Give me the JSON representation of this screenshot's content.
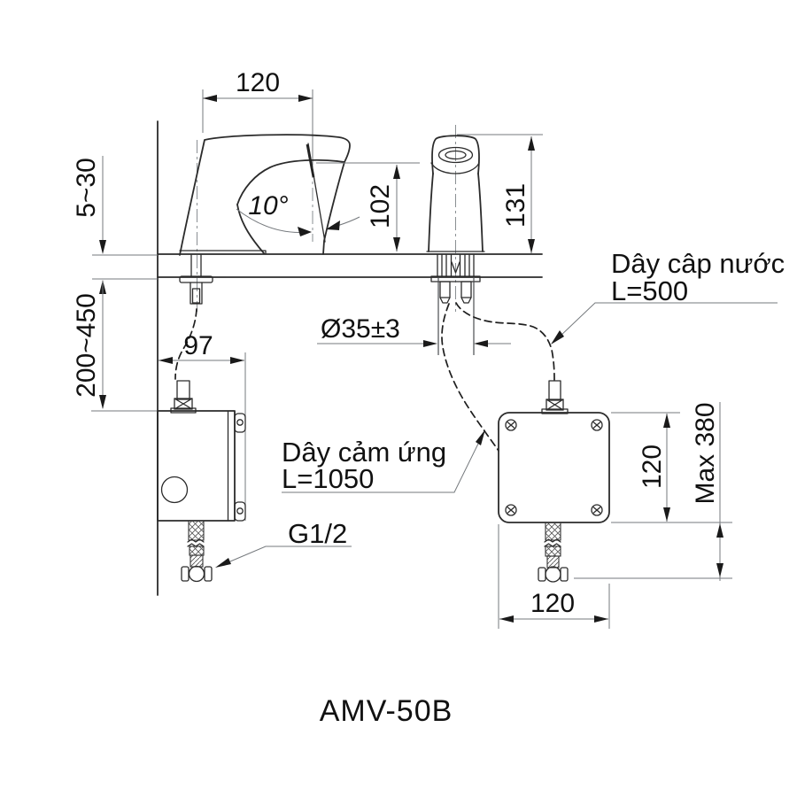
{
  "model": "AMV-50B",
  "dims": {
    "spout_reach": "120",
    "counter_thickness": "5~30",
    "mount_height": "200~450",
    "spout_height": "102",
    "spout_angle": "10°",
    "faucet_height": "131",
    "hole_diameter": "Ø35±3",
    "box_depth": "97",
    "box_height": "120",
    "box_width": "120",
    "max_hose_drop": "Max 380"
  },
  "labels": {
    "water_supply_1": "Dây câp nước",
    "water_supply_2": "L=500",
    "sensor_cable_1": "Dây cảm ứng",
    "sensor_cable_2": "L=1050",
    "thread_size": "G1/2"
  },
  "colors": {
    "object_line": "#2b2b2b",
    "thin_line": "#75797d",
    "text": "#111111",
    "background": "#ffffff"
  }
}
